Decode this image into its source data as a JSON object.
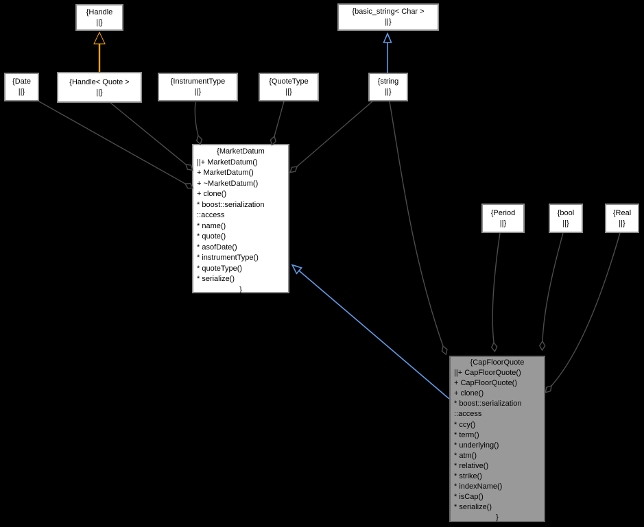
{
  "colors": {
    "background": "#000000",
    "node_fill": "#ffffff",
    "node_border": "#8e8e8e",
    "selected_node_fill": "#999999",
    "selected_node_border": "#686868",
    "aggregation_edge": "#4c4c4c",
    "inheritance_edge_blue": "#5f9ce8",
    "inheritance_edge_orange": "#faa30a",
    "text": "#000000"
  },
  "nodes": {
    "handle": {
      "lines": [
        "{Handle",
        "||}"
      ]
    },
    "basic_string": {
      "lines": [
        "{basic_string< Char >",
        "||}"
      ]
    },
    "date": {
      "lines": [
        "{Date",
        "||}"
      ]
    },
    "handle_quote": {
      "lines": [
        "{Handle< Quote >",
        "||}"
      ]
    },
    "instrument_type": {
      "lines": [
        "{InstrumentType",
        "||}"
      ]
    },
    "quote_type": {
      "lines": [
        "{QuoteType",
        "||}"
      ]
    },
    "string": {
      "lines": [
        "{string",
        "||}"
      ]
    },
    "period": {
      "lines": [
        "{Period",
        "||}"
      ]
    },
    "bool": {
      "lines": [
        "{bool",
        "||}"
      ]
    },
    "real": {
      "lines": [
        "{Real",
        "||}"
      ]
    },
    "market_datum": {
      "header": "{MarketDatum",
      "members": [
        "||+ MarketDatum()",
        "+ MarketDatum()",
        "+ ~MarketDatum()",
        "+ clone()",
        "* boost::serialization",
        "::access",
        "* name()",
        "* quote()",
        "* asofDate()",
        "* instrumentType()",
        "* quoteType()",
        "* serialize()"
      ],
      "footer": "}"
    },
    "cap_floor_quote": {
      "header": "{CapFloorQuote",
      "members": [
        "||+ CapFloorQuote()",
        "+ CapFloorQuote()",
        "+ clone()",
        "* boost::serialization",
        "::access",
        "* ccy()",
        "* term()",
        "* underlying()",
        "* atm()",
        "* relative()",
        "* strike()",
        "* indexName()",
        "* isCap()",
        "* serialize()"
      ],
      "footer": "}"
    }
  },
  "edges": [
    {
      "from": "Handle< Quote >",
      "to": "Handle",
      "type": "inheritance-orange"
    },
    {
      "from": "string",
      "to": "basic_string< Char >",
      "type": "inheritance-blue"
    },
    {
      "from": "CapFloorQuote",
      "to": "MarketDatum",
      "type": "inheritance-blue"
    },
    {
      "from": "Date",
      "to": "MarketDatum",
      "type": "aggregation"
    },
    {
      "from": "Handle< Quote >",
      "to": "MarketDatum",
      "type": "aggregation"
    },
    {
      "from": "InstrumentType",
      "to": "MarketDatum",
      "type": "aggregation"
    },
    {
      "from": "QuoteType",
      "to": "MarketDatum",
      "type": "aggregation"
    },
    {
      "from": "string",
      "to": "MarketDatum",
      "type": "aggregation"
    },
    {
      "from": "string",
      "to": "CapFloorQuote",
      "type": "aggregation"
    },
    {
      "from": "Period",
      "to": "CapFloorQuote",
      "type": "aggregation"
    },
    {
      "from": "bool",
      "to": "CapFloorQuote",
      "type": "aggregation"
    },
    {
      "from": "Real",
      "to": "CapFloorQuote",
      "type": "aggregation"
    }
  ]
}
